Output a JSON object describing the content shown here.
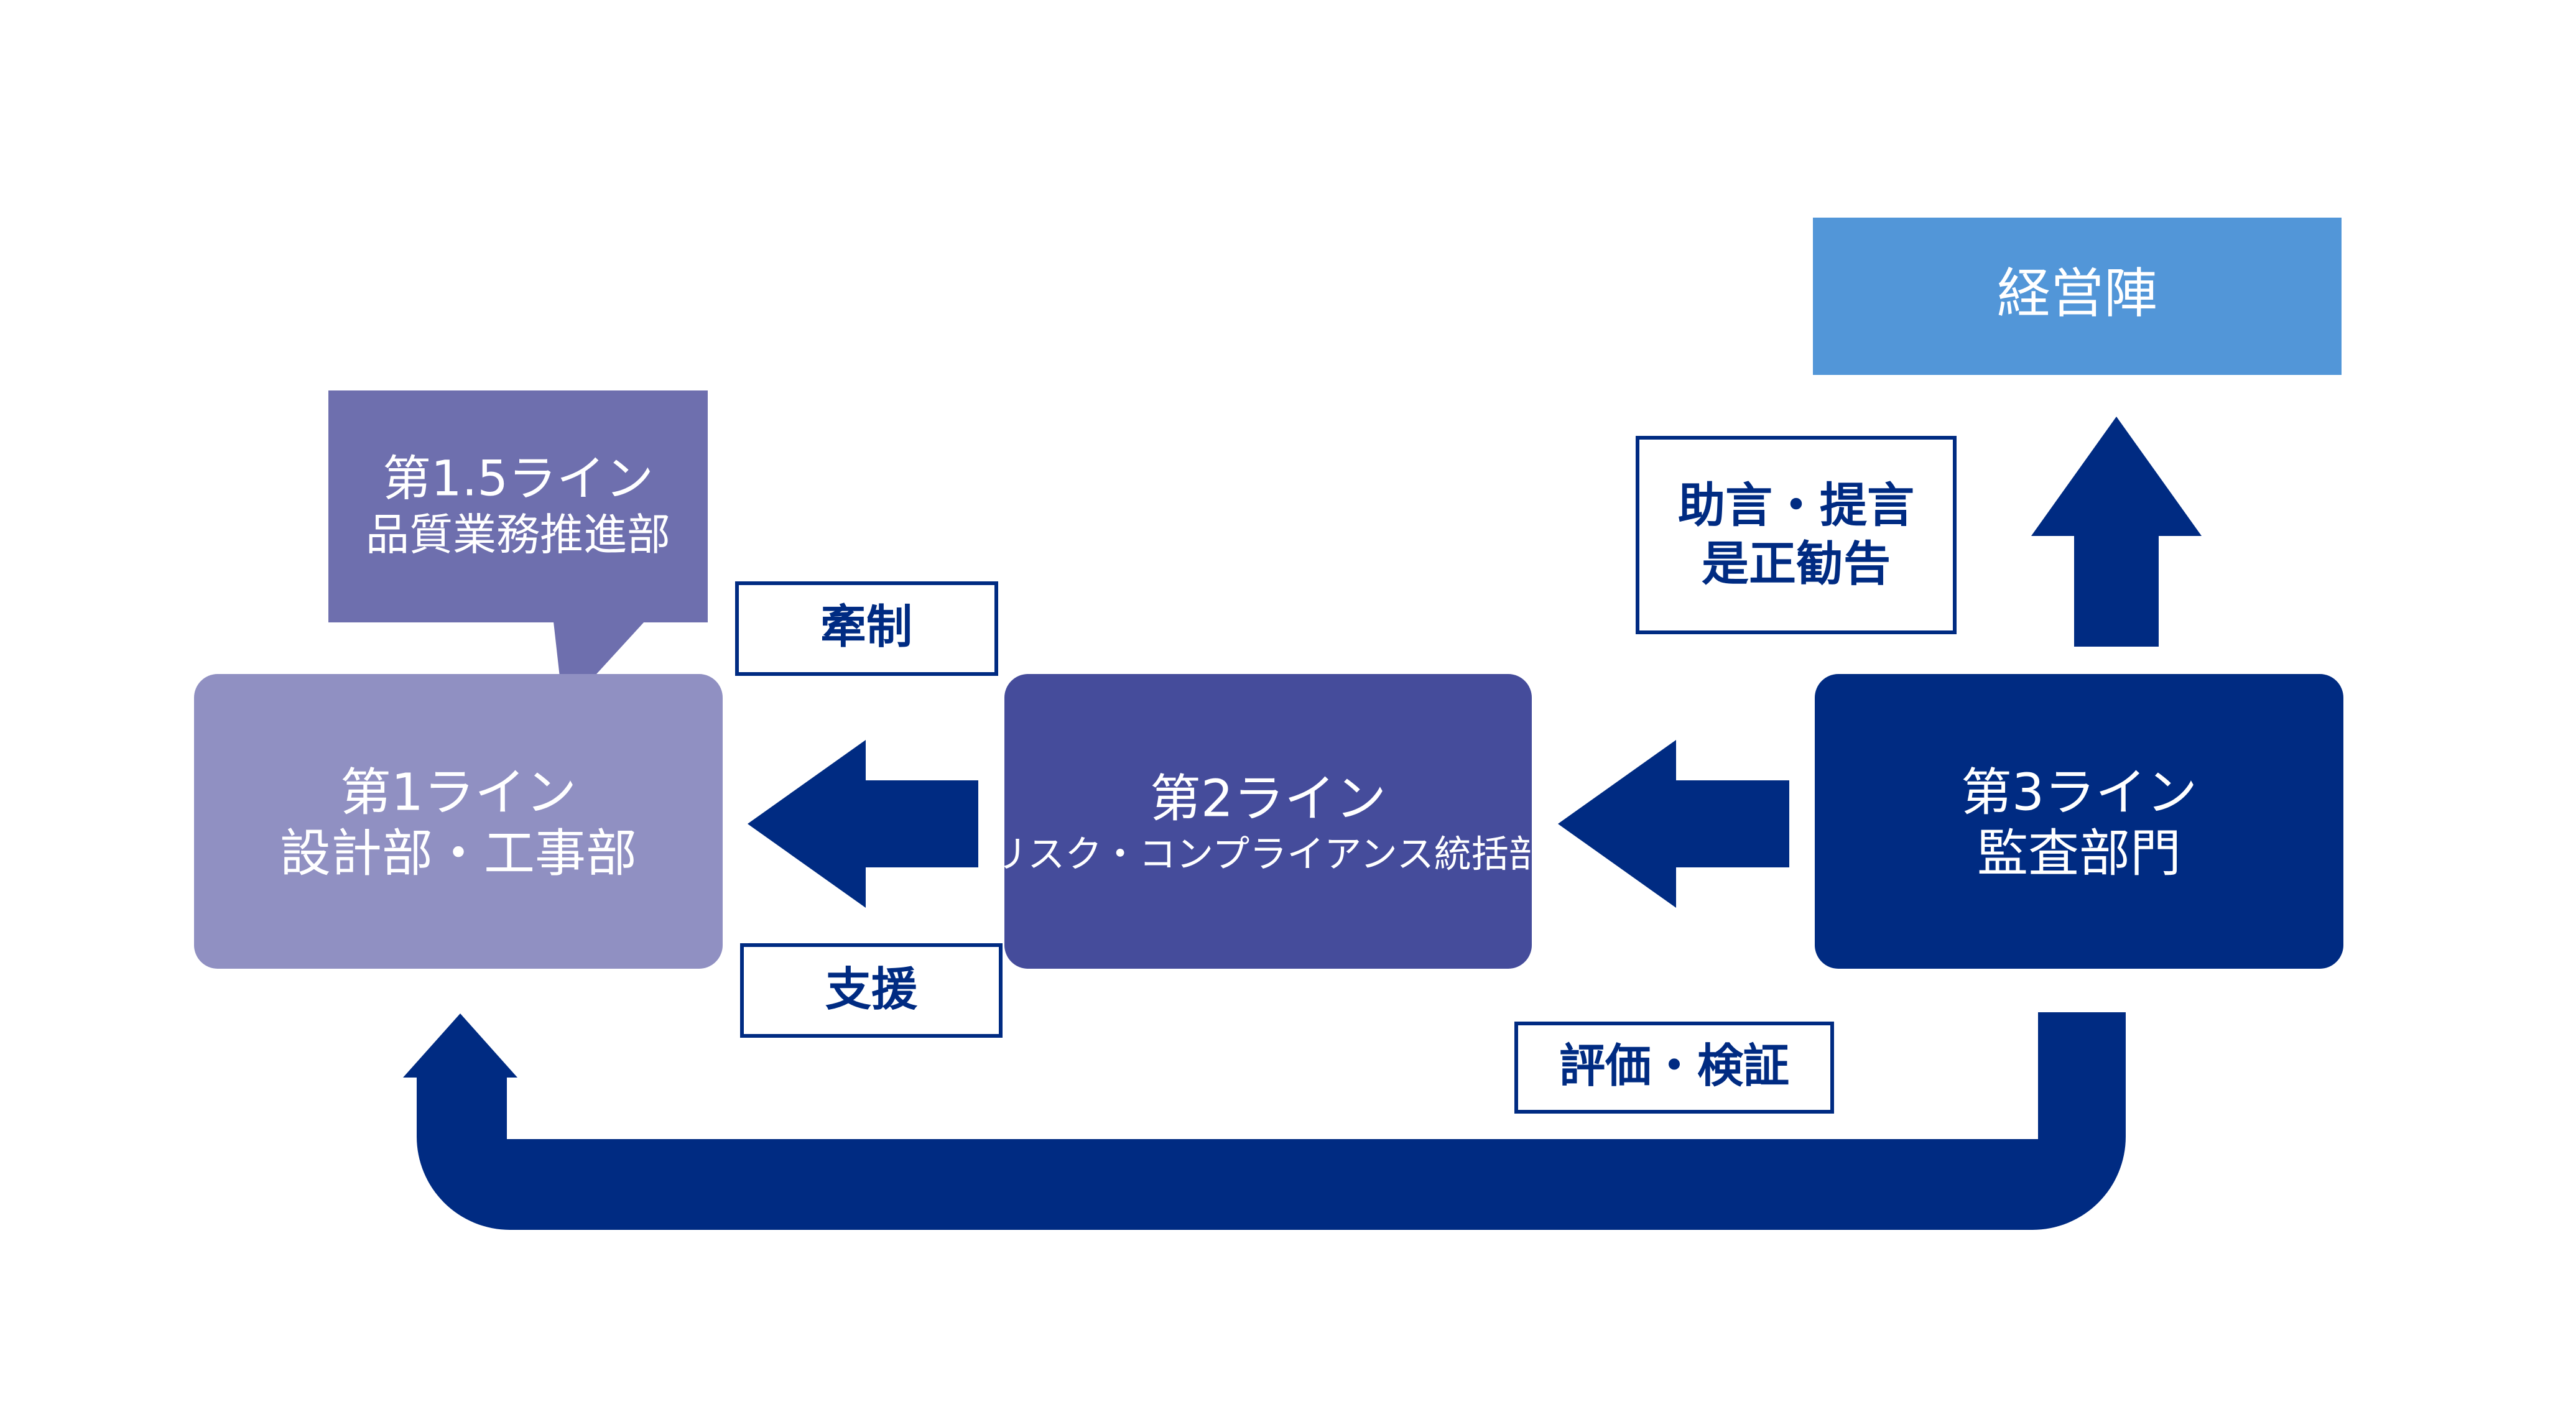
{
  "colors": {
    "line1": "#9090c2",
    "line15": "#6e6fae",
    "line2": "#454c9b",
    "line3": "#002b82",
    "management": "#5296d8",
    "arrow": "#002b82",
    "label_text": "#002b82"
  },
  "nodes": {
    "management": {
      "text": "経営陣"
    },
    "line1": {
      "title": "第1ライン",
      "subtitle": "設計部・工事部"
    },
    "line15": {
      "title": "第1.5ライン",
      "subtitle": "品質業務推進部"
    },
    "line2": {
      "title": "第2ライン",
      "subtitle": "リスク・コンプライアンス統括部"
    },
    "line3": {
      "title": "第3ライン",
      "subtitle": "監査部門"
    }
  },
  "labels": {
    "restraint": "牽制",
    "support": "支援",
    "advice_line1": "助言・提言",
    "advice_line2": "是正勧告",
    "evaluation": "評価・検証"
  }
}
